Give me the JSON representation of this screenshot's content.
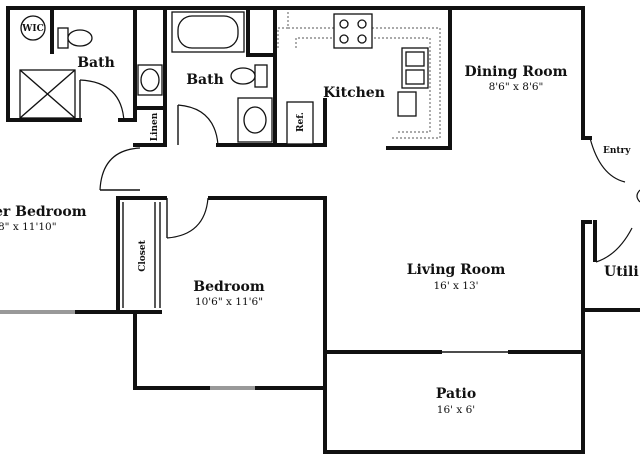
{
  "rooms": {
    "master_bedroom": {
      "name": "er Bedroom",
      "dims": "8\" x 11'10\""
    },
    "bath_left": {
      "name": "Bath"
    },
    "bath_right": {
      "name": "Bath"
    },
    "kitchen": {
      "name": "Kitchen"
    },
    "dining_room": {
      "name": "Dining Room",
      "dims": "8'6\" x 8'6\""
    },
    "bedroom": {
      "name": "Bedroom",
      "dims": "10'6\" x 11'6\""
    },
    "living_room": {
      "name": "Living Room",
      "dims": "16' x 13'"
    },
    "patio": {
      "name": "Patio",
      "dims": "16' x 6'"
    },
    "utility": {
      "name": "Utili"
    },
    "entry": {
      "name": "Entry"
    }
  },
  "fixtures": {
    "walk_in": "WIC",
    "linen": "Linen",
    "refrigerator": "Ref.",
    "closet": "Closet"
  }
}
